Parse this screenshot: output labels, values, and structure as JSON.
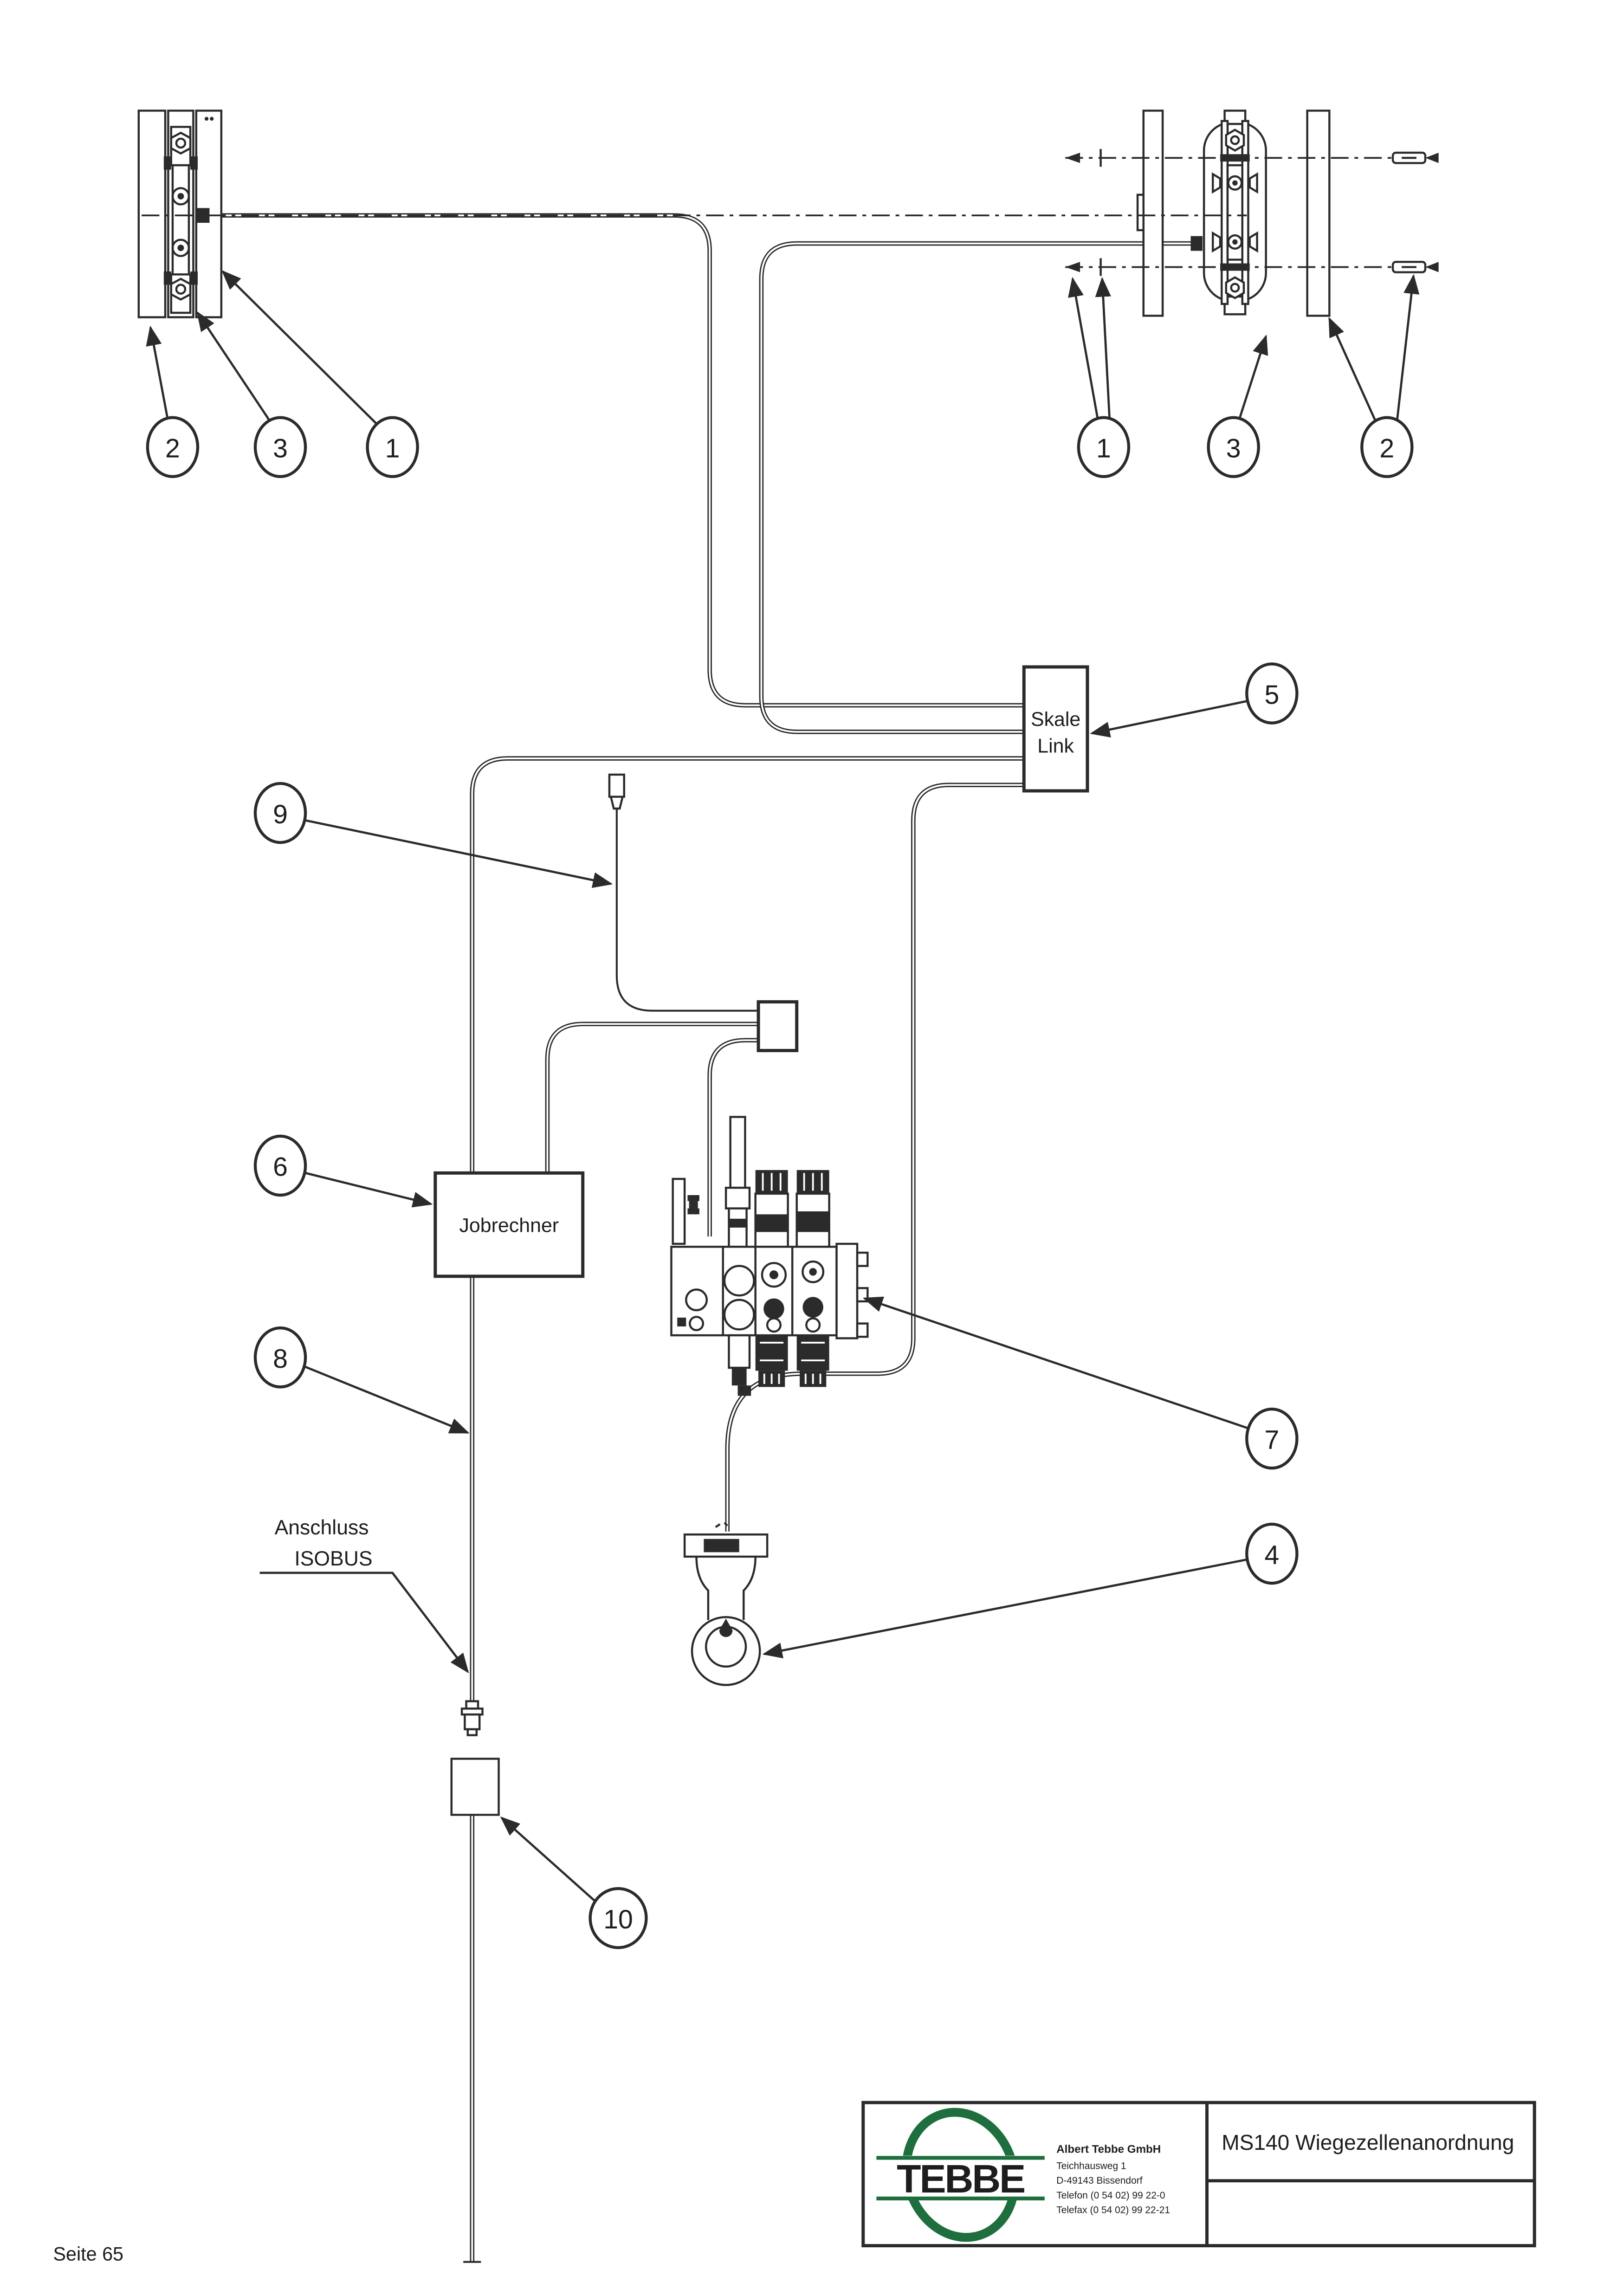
{
  "callouts": {
    "l2": "2",
    "l3": "3",
    "l1": "1",
    "r1": "1",
    "r3": "3",
    "r2": "2",
    "n4": "4",
    "n5": "5",
    "n6": "6",
    "n7": "7",
    "n8": "8",
    "n9": "9",
    "n10": "10"
  },
  "labels": {
    "skale_link_line1": "Skale",
    "skale_link_line2": "Link",
    "jobrechner": "Jobrechner",
    "anschluss_line1": "Anschluss",
    "anschluss_line2": "ISOBUS"
  },
  "title_block": {
    "logo_text": "TEBBE",
    "company": "Albert Tebbe GmbH",
    "address_line1": "Teichhausweg 1",
    "address_line2": "D-49143 Bissendorf",
    "phone": "Telefon (0 54 02) 99 22-0",
    "fax": "Telefax (0 54 02) 99 22-21",
    "drawing_title": "MS140 Wiegezellenanordnung"
  },
  "page": {
    "footer": "Seite 65"
  },
  "colors": {
    "line": "#2b2b2b",
    "logo_green": "#1e6f3d"
  }
}
